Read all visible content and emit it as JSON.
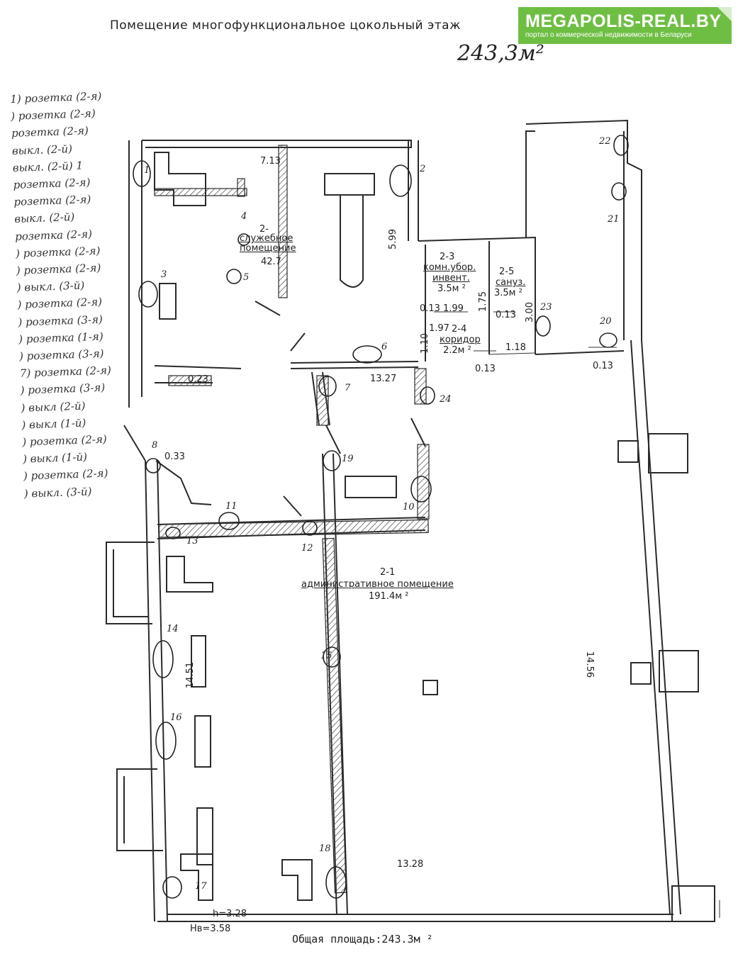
{
  "title": "Помещение многофункциональное  цокольный этаж",
  "area_handwritten": "243,3м²",
  "watermark": {
    "site": "MEGAPOLIS-REAL.BY",
    "tagline": "портал о коммерческой недвижимости в Беларуси",
    "brand_color": "#6fbe44"
  },
  "total_area": "Общая площадь:243.3м ²",
  "legend": [
    "1) розетка (2-я)",
    ") розетка (2-я)",
    "розетка (2-я)",
    "выкл. (2-й)",
    "выкл. (2-й) 1",
    "розетка (2-я)",
    "розетка (2-я)",
    "выкл. (2-й)",
    "розетка (2-я)",
    ") розетка (2-я)",
    ") розетка (2-я)",
    ") выкл. (3-й)",
    ") розетка (2-я)",
    ") розетка (3-я)",
    ") розетка (1-я)",
    ") розетка (3-я)",
    "7) розетка (2-я)",
    ") розетка (3-я)",
    ") выкл (2-й)",
    ") выкл (1-й)",
    ") розетка (2-я)",
    ") выкл (1-й)",
    ") розетка (2-я)",
    ") выкл. (3-й)"
  ],
  "rooms": {
    "r22_id": "2-",
    "r22_name": "служебное помещение",
    "r22_area": "42.7",
    "r23_id": "2-3",
    "r23_name_1": "комн.убор.",
    "r23_name_2": "инвент.",
    "r23_area": "3.5м ²",
    "r25_id": "2-5",
    "r25_name": "сануз.",
    "r25_area": "3.5м ²",
    "r24_id": "2-4",
    "r24_name": "коридор",
    "r24_area": "2.2м ²",
    "r21_id": "2-1",
    "r21_name": "административное помещение",
    "r21_area": "191.4м ²"
  },
  "dimensions": {
    "d713": "7.13",
    "d599": "5.99",
    "d1327": "13.27",
    "d1456": "14.56",
    "d1451": "14.51",
    "d1328": "13.28",
    "d023": "0.23",
    "d033": "0.33",
    "d013a": "0.13",
    "d199": "1.99",
    "d175": "1.75",
    "d013b": "0.13",
    "d300": "3.00",
    "d197": "1.97",
    "d110": "1.10",
    "d118": "1.18",
    "d013c": "0.13",
    "d013d": "0.13",
    "h_room": "h=3.28",
    "h_total": "Hв=3.58"
  },
  "markers": {
    "m1": "1",
    "m2": "2",
    "m3": "3",
    "m4": "4",
    "m5": "5",
    "m6": "6",
    "m7": "7",
    "m8": "8",
    "m10": "10",
    "m11": "11",
    "m12": "12",
    "m13": "13",
    "m14": "14",
    "m15": "15",
    "m16": "16",
    "m17": "17",
    "m18": "18",
    "m19": "19",
    "m20": "20",
    "m21": "21",
    "m22": "22",
    "m23": "23",
    "m24": "24"
  }
}
